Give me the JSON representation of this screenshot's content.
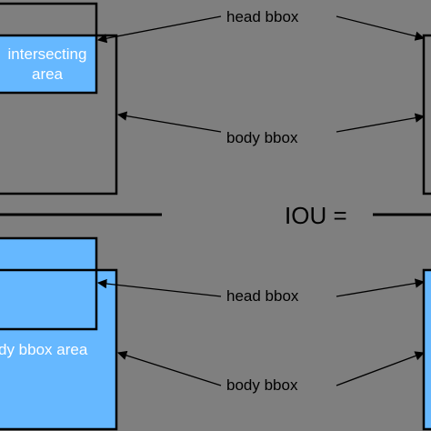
{
  "colors": {
    "background": "#7f7f7f",
    "fill": "#66b8ff",
    "fill_stroke": "#1a66c2",
    "outline": "#000000",
    "area_text": "#ffffff"
  },
  "top": {
    "intersecting_label_line1": "intersecting",
    "intersecting_label_line2": "area",
    "head_label": "head bbox",
    "body_label": "body bbox"
  },
  "formula": {
    "label": "IOU ="
  },
  "bottom": {
    "union_label": "dy bbox area",
    "head_label": "head bbox",
    "body_label": "body bbox"
  }
}
